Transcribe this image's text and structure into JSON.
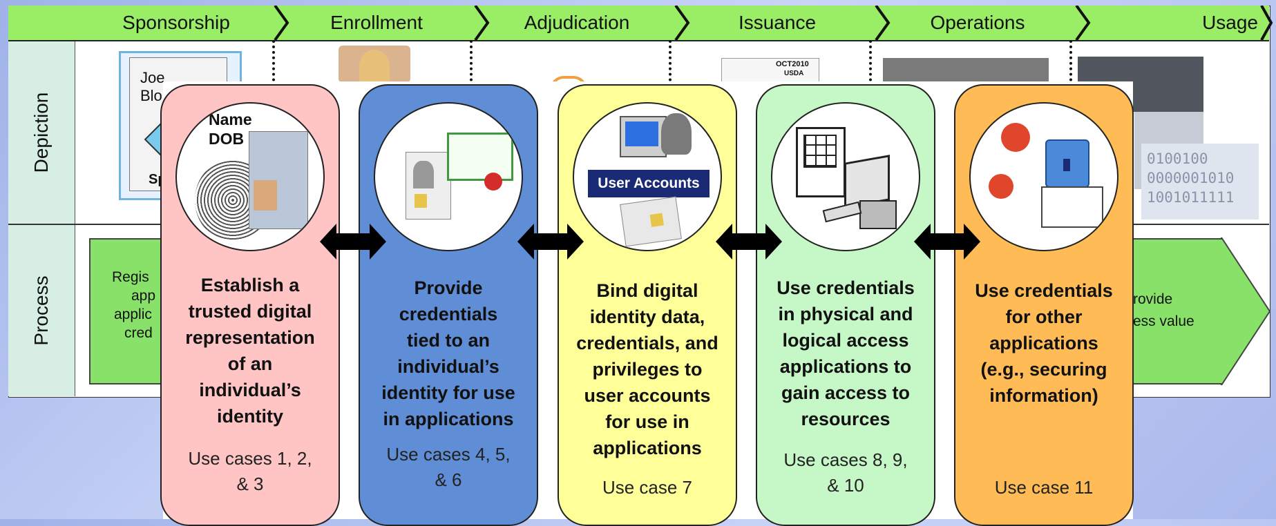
{
  "phases": [
    "Sponsorship",
    "Enrollment",
    "Adjudication",
    "Issuance",
    "Operations",
    "Usage"
  ],
  "row_labels": {
    "depiction": "Depiction",
    "process": "Process"
  },
  "depiction_fragments": {
    "doc_line1": "Joe",
    "doc_line2": "Blo",
    "doc_line3": "Sp",
    "card_date": "OCT2010",
    "card_org": "USDA",
    "binary_line1": "0100100",
    "binary_line2": "0000001010",
    "binary_line3": "1001011111"
  },
  "process_fragments": {
    "left_line1": "Regis",
    "left_line2": "app",
    "left_line3": "applic",
    "left_line4": "cred",
    "right_line1": "rovide",
    "right_line2": "ess value"
  },
  "cards": [
    {
      "title": "Establish a\ntrusted digital\nrepresentation\nof an\nindividual’s\nidentity",
      "use_cases": "Use cases 1, 2,\n& 3",
      "icon_text1": "Name",
      "icon_text2": "DOB",
      "color": "#ffc4c4"
    },
    {
      "title": "Provide\ncredentials\ntied to an\nindividual’s\nidentity for use\nin applications",
      "use_cases": "Use cases 4, 5,\n& 6",
      "color": "#5f8ed6"
    },
    {
      "title": "Bind digital\nidentity data,\ncredentials, and\nprivileges to\nuser accounts\nfor use in\napplications",
      "use_cases": "Use case 7",
      "icon_text1": "User Accounts",
      "color": "#ffff99"
    },
    {
      "title": "Use credentials\nin physical and\nlogical access\napplications to\ngain access to\nresources",
      "use_cases": "Use cases 8, 9,\n& 10",
      "color": "#c6f7c6"
    },
    {
      "title": "Use credentials\nfor other\napplications\n(e.g., securing\ninformation)",
      "use_cases": "Use case 11",
      "color": "#ffbb55"
    }
  ],
  "colors": {
    "phase_bar": "#99ee66",
    "process_arrow": "#88e26a",
    "row_label_bg": "#d6eee4",
    "background": "#b3c2f0",
    "arrow": "#000000"
  }
}
